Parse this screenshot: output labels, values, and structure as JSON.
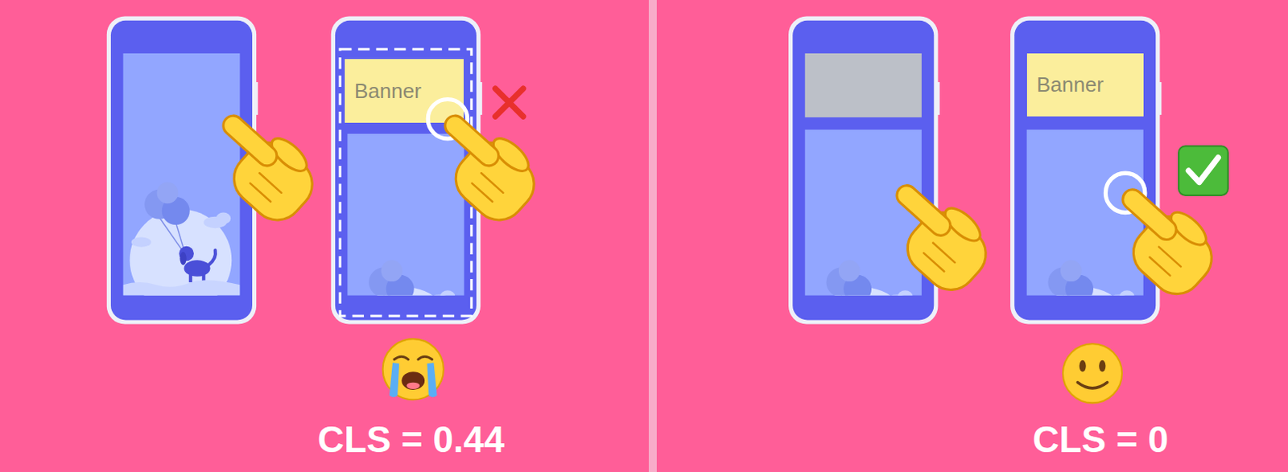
{
  "diagram": {
    "nodes": [
      {
        "text": [
          "Banner"
        ]
      },
      {
        "text": [
          "Banner"
        ]
      }
    ],
    "labels": [
      "CLS = 0.44",
      "CLS = 0"
    ]
  }
}
